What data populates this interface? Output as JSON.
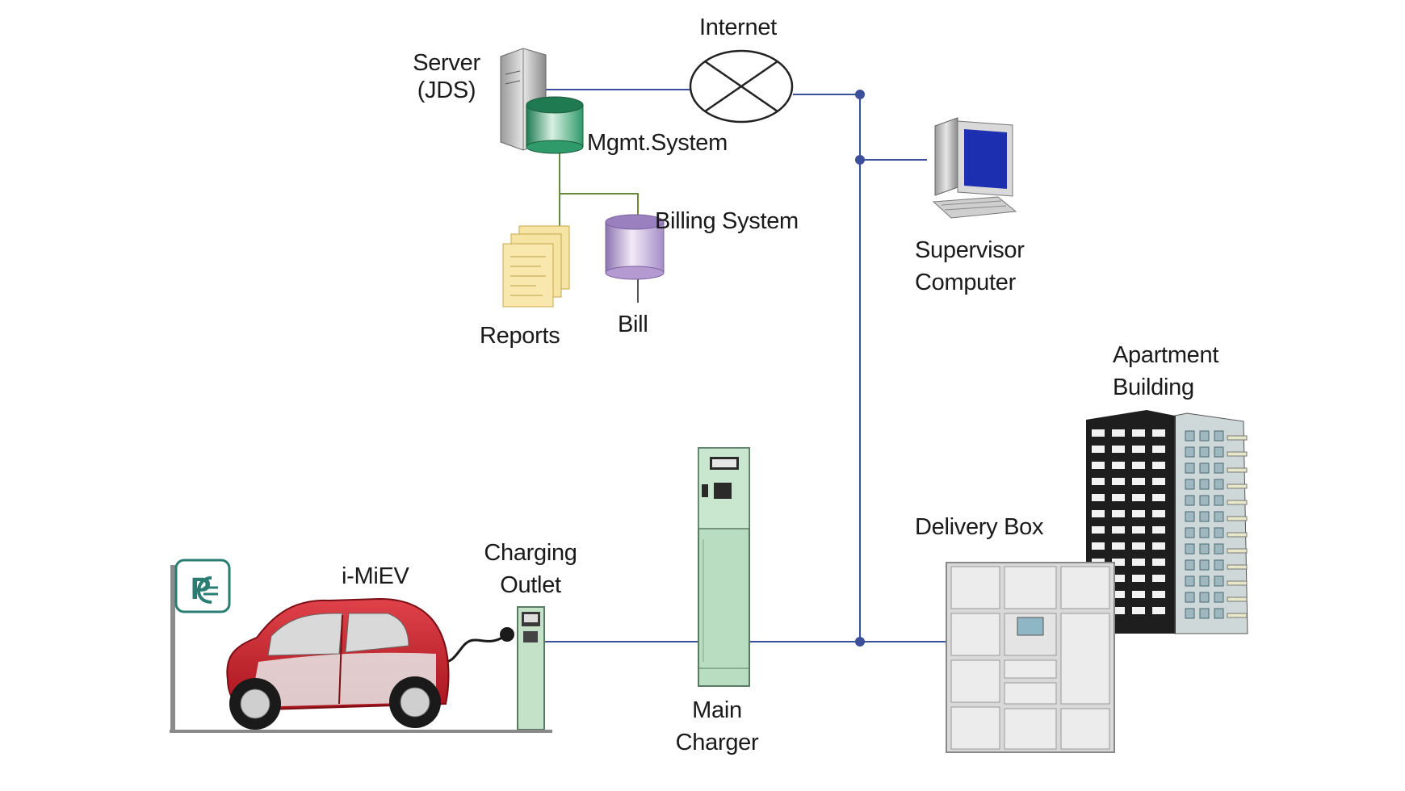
{
  "labels": {
    "internet": "Internet",
    "server": [
      "Server",
      "(JDS)"
    ],
    "mgmt_system": "Mgmt.System",
    "billing_system": "Billing System",
    "reports": "Reports",
    "bill": "Bill",
    "supervisor_computer": [
      "Supervisor",
      "Computer"
    ],
    "apartment_building": [
      "Apartment",
      "Building"
    ],
    "delivery_box": "Delivery Box",
    "charging_outlet": [
      "Charging",
      "Outlet"
    ],
    "vehicle": "i-MiEV",
    "main_charger": [
      "Main",
      "Charger"
    ]
  },
  "parking_sign": "P",
  "colors": {
    "line": "#3b4f9a",
    "server_line": "#6a8a3a",
    "car": "#c8232c",
    "charger": "#b9ddc0",
    "screen": "#1c2fb0",
    "cylinder_green": "#2f9a6a",
    "cylinder_purple": "#b49ad0",
    "reports": "#f4dc8a"
  }
}
